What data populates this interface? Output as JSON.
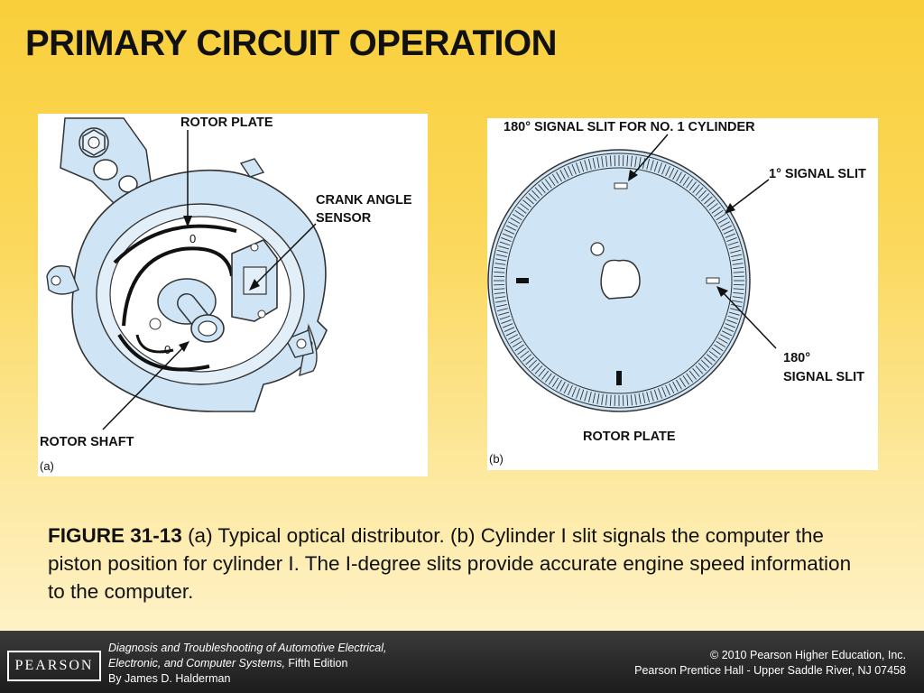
{
  "slide": {
    "title": "PRIMARY CIRCUIT OPERATION"
  },
  "figure_a": {
    "labels": {
      "rotor_plate": "ROTOR PLATE",
      "crank_angle_line1": "CRANK ANGLE",
      "crank_angle_line2": "SENSOR",
      "rotor_shaft": "ROTOR SHAFT",
      "panel_tag": "(a)",
      "mark_zero_top": "0",
      "mark_zero_bottom": "0"
    }
  },
  "figure_b": {
    "labels": {
      "signal_slit_no1": "180° SIGNAL SLIT FOR NO. 1 CYLINDER",
      "one_degree_slit": "1° SIGNAL SLIT",
      "signal_slit_180_line1": "180°",
      "signal_slit_180_line2": "SIGNAL SLIT",
      "rotor_plate": "ROTOR PLATE",
      "panel_tag": "(b)"
    }
  },
  "caption": {
    "figure_number": "FIGURE 31-13",
    "text": " (a) Typical optical distributor. (b) Cylinder I slit signals the computer the piston position for cylinder I. The I-degree slits provide accurate engine speed information to the computer."
  },
  "footer": {
    "logo_text": "PEARSON",
    "book_title_line1": "Diagnosis and Troubleshooting of Automotive Electrical,",
    "book_title_line2": "Electronic, and Computer Systems,",
    "edition": " Fifth Edition",
    "author": "By James D. Halderman",
    "copyright_line1": "© 2010 Pearson Higher Education, Inc.",
    "copyright_line2": "Pearson Prentice Hall - Upper Saddle River, NJ 07458"
  },
  "colors": {
    "background_top": "#f9cf3a",
    "background_bottom": "#fff6d6",
    "diagram_fill": "#cfe5f5",
    "footer": "#2a2a2a"
  }
}
